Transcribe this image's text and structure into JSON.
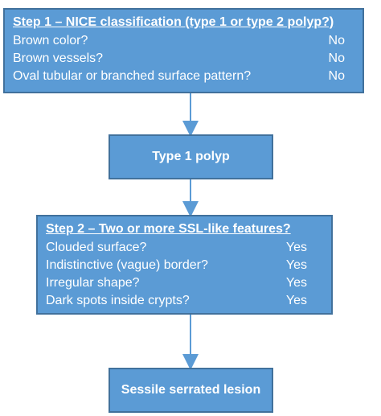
{
  "step1": {
    "heading": "Step 1 – NICE classification (type 1 or type 2 polyp?)",
    "rows": [
      {
        "question": "Brown color?",
        "answer": "No"
      },
      {
        "question": "Brown vessels?",
        "answer": "No"
      },
      {
        "question": "Oval tubular or branched surface pattern?",
        "answer": "No"
      }
    ]
  },
  "result1": {
    "label": "Type 1 polyp"
  },
  "step2": {
    "heading": "Step 2 – Two or more SSL-like features?",
    "rows": [
      {
        "question": "Clouded surface?",
        "answer": "Yes"
      },
      {
        "question": "Indistinctive (vague) border?",
        "answer": "Yes"
      },
      {
        "question": "Irregular shape?",
        "answer": "Yes"
      },
      {
        "question": "Dark spots inside crypts?",
        "answer": "Yes"
      }
    ]
  },
  "result2": {
    "label": "Sessile serrated lesion"
  },
  "colors": {
    "box_fill": "#5b9bd5",
    "box_border": "#41719c",
    "text": "#ffffff"
  }
}
